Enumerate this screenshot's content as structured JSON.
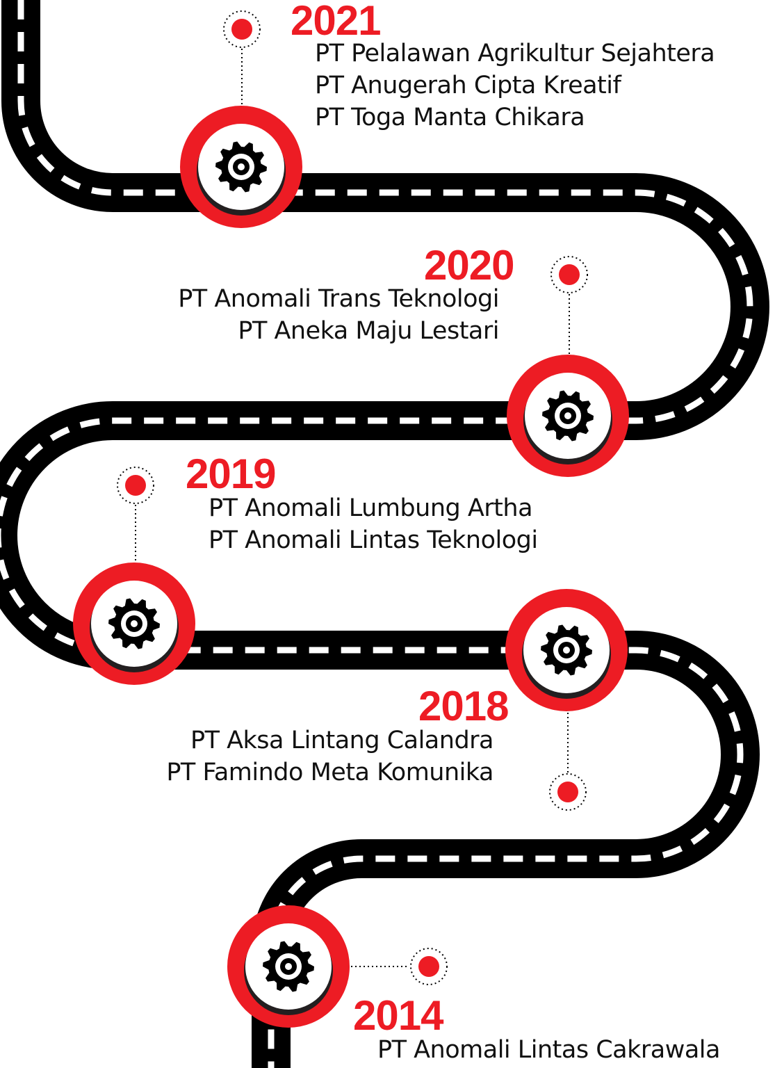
{
  "colors": {
    "road": "#000000",
    "lane_marking": "#ffffff",
    "accent": "#ed1c24",
    "text": "#111111"
  },
  "milestone_icon": "gear-icon",
  "milestones": [
    {
      "year": "2021",
      "companies": [
        "PT Pelalawan Agrikultur Sejahtera",
        "PT Anugerah Cipta Kreatif",
        "PT Toga Manta Chikara"
      ]
    },
    {
      "year": "2020",
      "companies": [
        "PT Anomali Trans Teknologi",
        "PT Aneka Maju Lestari"
      ]
    },
    {
      "year": "2019",
      "companies": [
        "PT Anomali Lumbung Artha",
        "PT Anomali Lintas Teknologi"
      ]
    },
    {
      "year": "2018",
      "companies": [
        "PT Aksa Lintang Calandra",
        "PT Famindo Meta Komunika"
      ]
    },
    {
      "year": "2014",
      "companies": [
        "PT Anomali Lintas Cakrawala"
      ]
    }
  ]
}
